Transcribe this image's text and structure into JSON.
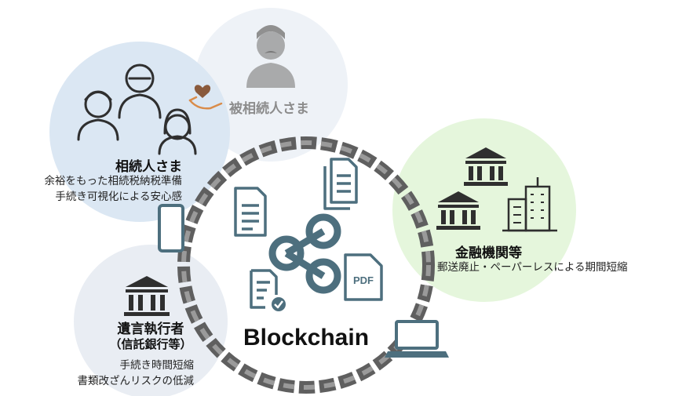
{
  "diagram": {
    "center_label": "Blockchain",
    "decedent": {
      "label": "被相続人さま"
    },
    "heirs": {
      "title": "相続人さま",
      "lines": [
        "余裕をもった相続税納税準備",
        "手続き可視化による安心感"
      ]
    },
    "executor": {
      "title": "遺言執行者",
      "subtitle": "（信託銀行等）",
      "lines": [
        "手続き時間短縮",
        "書類改ざんリスクの低減"
      ]
    },
    "financial": {
      "title": "金融機関等",
      "lines": [
        "郵送廃止・ペーパーレスによる期間短縮"
      ]
    },
    "pdf_label": "PDF",
    "colors": {
      "heirs_circle": "#dbe7f3",
      "decedent_circle": "#eef2f7",
      "executor_circle": "#e9edf3",
      "financial_circle": "#e5f6dc",
      "icon_teal": "#4d6f7e",
      "chain": "#6b6b6b",
      "heart": "#8a5a3c"
    },
    "icons": [
      "people-group-icon",
      "elder-man-icon",
      "heart-hand-icon",
      "bank-icon",
      "office-building-icon",
      "document-icon",
      "share-network-icon",
      "pdf-file-icon",
      "smartphone-icon",
      "laptop-icon"
    ]
  }
}
